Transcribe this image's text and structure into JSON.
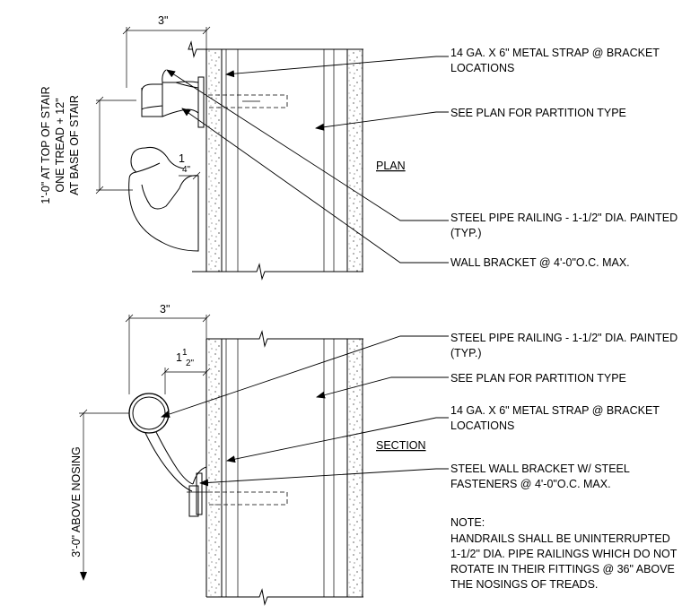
{
  "plan": {
    "title": "PLAN",
    "dim_width": "3\"",
    "dim_gap_whole": "1",
    "dim_gap_frac": "4\"",
    "height_note_lines": [
      "1'-0\" AT TOP OF STAIR",
      "ONE TREAD + 12\"",
      "AT BASE OF STAIR"
    ],
    "callouts": [
      {
        "lines": [
          "14 GA. X 6\" METAL STRAP @ BRACKET",
          "LOCATIONS"
        ]
      },
      {
        "lines": [
          "SEE PLAN FOR PARTITION TYPE"
        ]
      },
      {
        "lines": [
          "STEEL PIPE RAILING - 1-1/2\" DIA. PAINTED",
          "(TYP.)"
        ]
      },
      {
        "lines": [
          "WALL BRACKET @ 4'-0\"O.C. MAX."
        ]
      }
    ]
  },
  "section": {
    "title": "SECTION",
    "dim_width": "3\"",
    "dim_gap_whole": "1",
    "dim_gap_frac1": "1",
    "dim_gap_frac2": "2\"",
    "height_note": "3'-0\" ABOVE NOSING",
    "callouts": [
      {
        "lines": [
          "STEEL PIPE RAILING - 1-1/2\" DIA. PAINTED",
          "(TYP.)"
        ]
      },
      {
        "lines": [
          "SEE PLAN FOR PARTITION TYPE"
        ]
      },
      {
        "lines": [
          "14 GA. X 6\" METAL STRAP @ BRACKET",
          "LOCATIONS"
        ]
      },
      {
        "lines": [
          "STEEL WALL BRACKET W/ STEEL",
          "FASTENERS @ 4'-0\"O.C. MAX."
        ]
      }
    ]
  },
  "note": {
    "heading": "NOTE:",
    "lines": [
      "HANDRAILS SHALL BE UNINTERRUPTED",
      "1-1/2\" DIA. PIPE RAILINGS WHICH DO NOT",
      "ROTATE IN THEIR FITTINGS @ 36\" ABOVE",
      "THE NOSINGS OF TREADS."
    ]
  }
}
